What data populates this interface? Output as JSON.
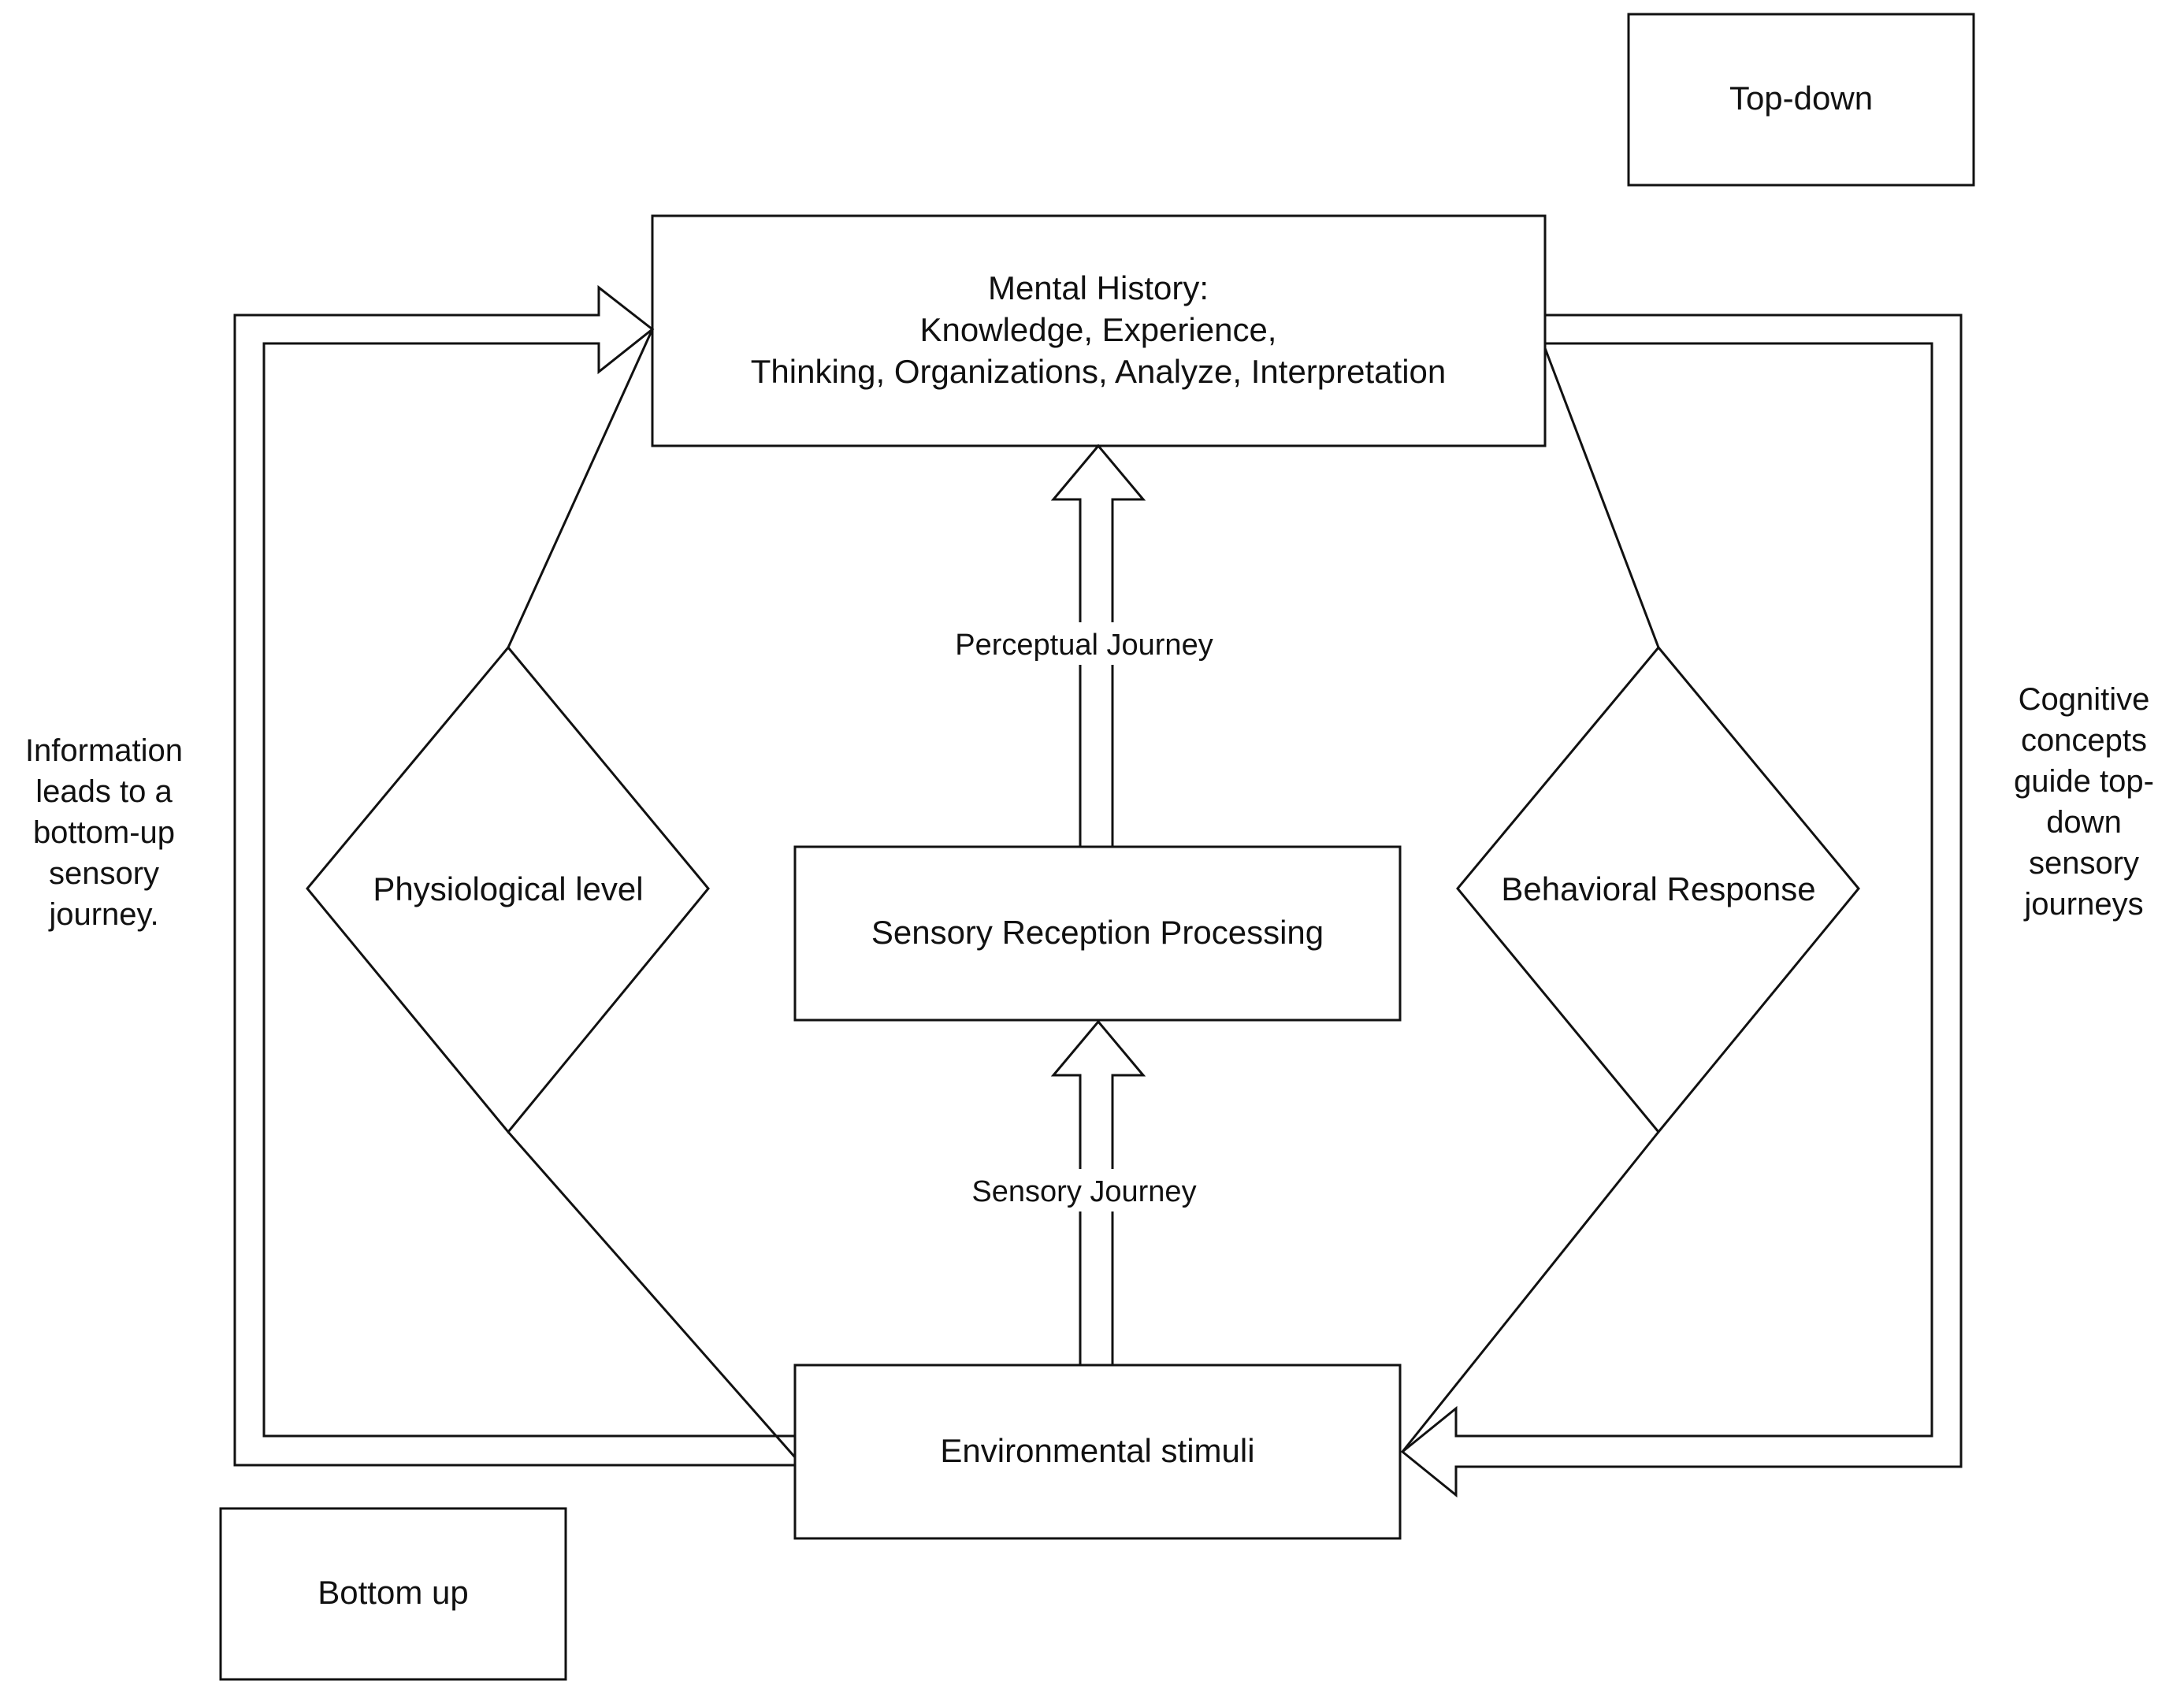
{
  "diagram": {
    "mental_history": {
      "lines": [
        "Mental History:",
        "Knowledge, Experience,",
        "Thinking, Organizations, Analyze, Interpretation"
      ]
    },
    "sensory_reception": "Sensory Reception Processing",
    "environmental_stimuli": "Environmental stimuli",
    "physiological_level": "Physiological level",
    "behavioral_response": "Behavioral Response",
    "perceptual_journey": "Perceptual Journey",
    "sensory_journey": "Sensory Journey",
    "top_down": "Top-down",
    "bottom_up": "Bottom up",
    "left_note": {
      "lines": [
        "Information",
        "leads to a",
        "bottom-up",
        "sensory",
        "journey."
      ]
    },
    "right_note": {
      "lines": [
        "Cognitive",
        "concepts",
        "guide top-",
        "down",
        "sensory",
        "journeys"
      ]
    },
    "colors": {
      "stroke": "#111111",
      "background": "#ffffff"
    }
  }
}
